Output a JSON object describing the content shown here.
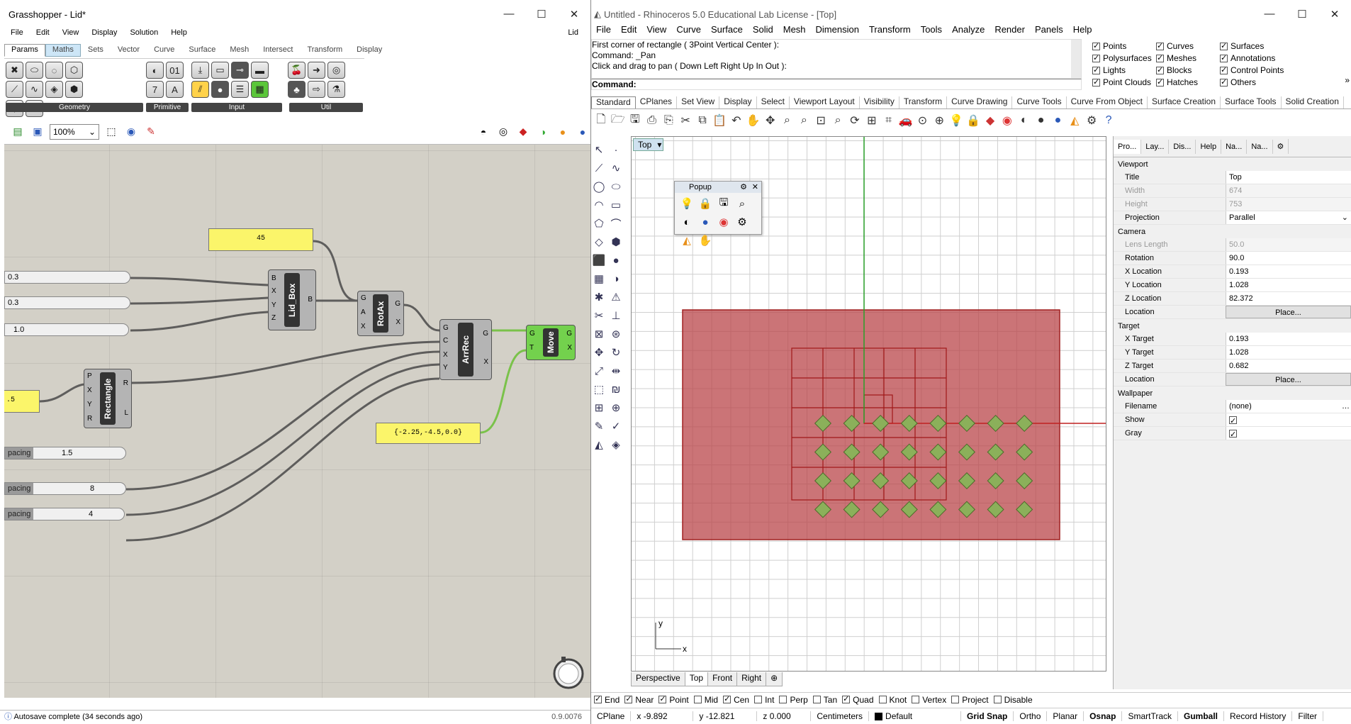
{
  "grasshopper": {
    "title": "Grasshopper - Lid*",
    "menu": [
      "File",
      "Edit",
      "View",
      "Display",
      "Solution",
      "Help"
    ],
    "doc_tag": "Lid",
    "tabs": [
      "Params",
      "Maths",
      "Sets",
      "Vector",
      "Curve",
      "Surface",
      "Mesh",
      "Intersect",
      "Transform",
      "Display"
    ],
    "ribbon_groups": [
      "Geometry",
      "Primitive",
      "Input",
      "Util"
    ],
    "zoom": "100%",
    "canvas": {
      "sliders": [
        {
          "name": "",
          "value": "0.3"
        },
        {
          "name": "",
          "value": "0.3"
        },
        {
          "name": "",
          "value": "1.0"
        },
        {
          "name": "pacing",
          "value": "1.5"
        },
        {
          "name": "pacing",
          "value": "8"
        },
        {
          "name": "pacing",
          "value": "4"
        }
      ],
      "panels": [
        {
          "text": "45"
        },
        {
          "text": ".5"
        },
        {
          "text": "{-2.25,-4.5,0.0}"
        }
      ],
      "components": [
        {
          "name": "Lid_Box",
          "inputs": [
            "B",
            "X",
            "Y",
            "Z"
          ],
          "outputs": [
            "B"
          ]
        },
        {
          "name": "RotAx",
          "inputs": [
            "G",
            "A",
            "X"
          ],
          "outputs": [
            "G",
            "X"
          ]
        },
        {
          "name": "ArrRec",
          "inputs": [
            "G",
            "C",
            "X",
            "Y"
          ],
          "outputs": [
            "G",
            "X"
          ]
        },
        {
          "name": "Move",
          "inputs": [
            "G",
            "T"
          ],
          "outputs": [
            "G",
            "X"
          ]
        },
        {
          "name": "Rectangle",
          "inputs": [
            "P",
            "X",
            "Y",
            "R"
          ],
          "outputs": [
            "R",
            "L"
          ]
        }
      ]
    },
    "status": "Autosave complete (34 seconds ago)",
    "version": "0.9.0076"
  },
  "rhino": {
    "title": "Untitled - Rhinoceros 5.0 Educational Lab License - [Top]",
    "menu": [
      "File",
      "Edit",
      "View",
      "Curve",
      "Surface",
      "Solid",
      "Mesh",
      "Dimension",
      "Transform",
      "Tools",
      "Analyze",
      "Render",
      "Panels",
      "Help"
    ],
    "history": [
      "First corner of rectangle ( 3Point  Vertical  Center ):",
      "Command: _Pan",
      "Click and drag to pan ( Down  Left  Right  Up  In  Out ):"
    ],
    "command_label": "Command:",
    "filters": [
      {
        "label": "Points",
        "on": true
      },
      {
        "label": "Curves",
        "on": true
      },
      {
        "label": "Surfaces",
        "on": true
      },
      {
        "label": "Polysurfaces",
        "on": true
      },
      {
        "label": "Meshes",
        "on": true
      },
      {
        "label": "Annotations",
        "on": true
      },
      {
        "label": "Lights",
        "on": true
      },
      {
        "label": "Blocks",
        "on": true
      },
      {
        "label": "Control Points",
        "on": true
      },
      {
        "label": "Point Clouds",
        "on": true
      },
      {
        "label": "Hatches",
        "on": true
      },
      {
        "label": "Others",
        "on": true
      }
    ],
    "toolbar_tabs": [
      "Standard",
      "CPlanes",
      "Set View",
      "Display",
      "Select",
      "Viewport Layout",
      "Visibility",
      "Transform",
      "Curve Drawing",
      "Curve Tools",
      "Curve From Object",
      "Surface Creation",
      "Surface Tools",
      "Solid Creation"
    ],
    "viewport": {
      "name": "Top",
      "axis_x": "x",
      "axis_y": "y"
    },
    "popup_title": "Popup",
    "viewport_tabs": [
      "Perspective",
      "Top",
      "Front",
      "Right"
    ],
    "panel_tabs": [
      "Pro...",
      "Lay...",
      "Dis...",
      "Help",
      "Na...",
      "Na..."
    ],
    "properties": {
      "viewport_section": "Viewport",
      "title_label": "Title",
      "title_value": "Top",
      "width_label": "Width",
      "width_value": "674",
      "height_label": "Height",
      "height_value": "753",
      "projection_label": "Projection",
      "projection_value": "Parallel",
      "camera_section": "Camera",
      "lens_label": "Lens Length",
      "lens_value": "50.0",
      "rotation_label": "Rotation",
      "rotation_value": "90.0",
      "xloc_label": "X Location",
      "xloc_value": "0.193",
      "yloc_label": "Y Location",
      "yloc_value": "1.028",
      "zloc_label": "Z Location",
      "zloc_value": "82.372",
      "location_label": "Location",
      "place_label": "Place...",
      "target_section": "Target",
      "xt_label": "X Target",
      "xt_value": "0.193",
      "yt_label": "Y Target",
      "yt_value": "1.028",
      "zt_label": "Z Target",
      "zt_value": "0.682",
      "wallpaper_section": "Wallpaper",
      "filename_label": "Filename",
      "filename_value": "(none)",
      "show_label": "Show",
      "gray_label": "Gray"
    },
    "osnaps": [
      {
        "label": "End",
        "on": true
      },
      {
        "label": "Near",
        "on": true
      },
      {
        "label": "Point",
        "on": true
      },
      {
        "label": "Mid",
        "on": false
      },
      {
        "label": "Cen",
        "on": true
      },
      {
        "label": "Int",
        "on": false
      },
      {
        "label": "Perp",
        "on": false
      },
      {
        "label": "Tan",
        "on": false
      },
      {
        "label": "Quad",
        "on": true
      },
      {
        "label": "Knot",
        "on": false
      },
      {
        "label": "Vertex",
        "on": false
      },
      {
        "label": "Project",
        "on": false
      },
      {
        "label": "Disable",
        "on": false
      }
    ],
    "status": {
      "cplane": "CPlane",
      "x": "x -9.892",
      "y": "y -12.821",
      "z": "z 0.000",
      "units": "Centimeters",
      "layer": "Default",
      "toggles": [
        {
          "label": "Grid Snap",
          "bold": true
        },
        {
          "label": "Ortho",
          "bold": false
        },
        {
          "label": "Planar",
          "bold": false
        },
        {
          "label": "Osnap",
          "bold": true
        },
        {
          "label": "SmartTrack",
          "bold": false
        },
        {
          "label": "Gumball",
          "bold": true
        },
        {
          "label": "Record History",
          "bold": false
        },
        {
          "label": "Filter",
          "bold": false
        }
      ]
    }
  },
  "colors": {
    "accent_red": "#b03030",
    "plate": "#c86a6e",
    "green_item": "#8bb05a",
    "gh_canvas": "#d3d0c7",
    "panel_yellow": "#fbf56a"
  }
}
